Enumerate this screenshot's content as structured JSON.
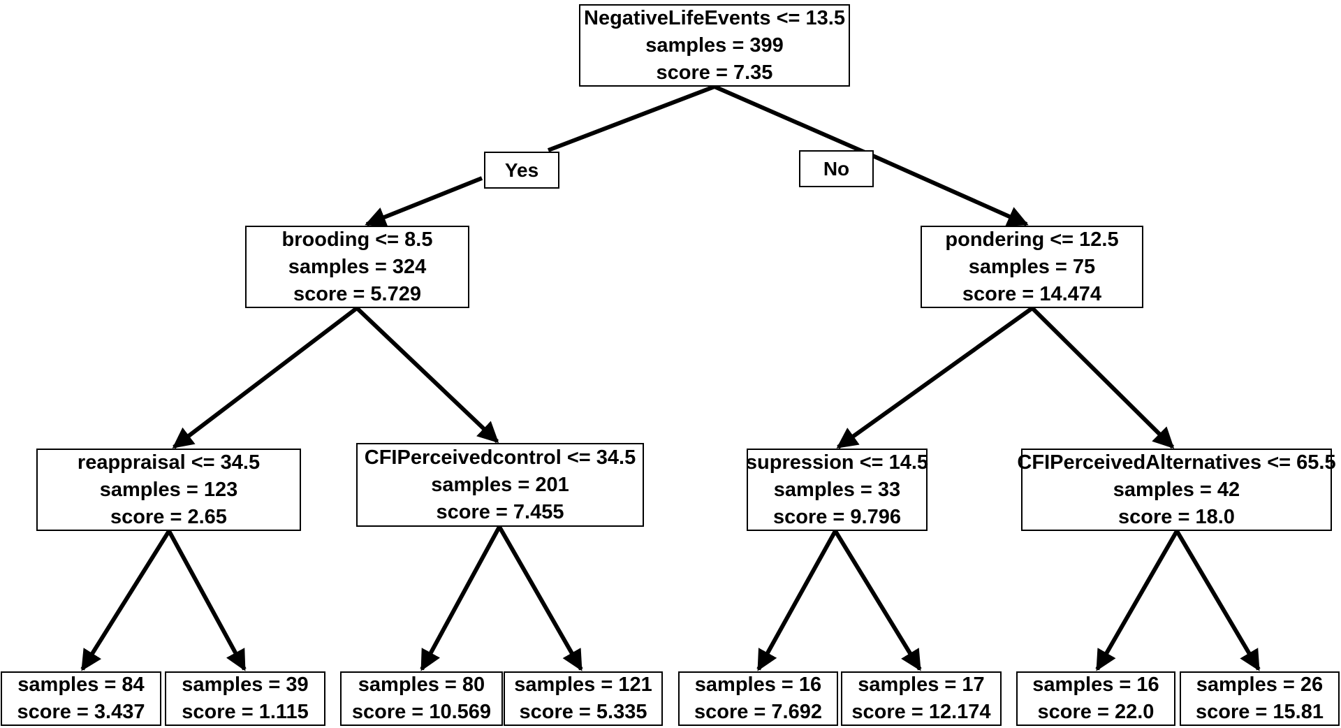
{
  "tree": {
    "root": {
      "condition": "NegativeLifeEvents <= 13.5",
      "samples": "samples = 399",
      "score": "score = 7.35"
    },
    "yes_label": "Yes",
    "no_label": "No",
    "n_left": {
      "condition": "brooding <= 8.5",
      "samples": "samples = 324",
      "score": "score = 5.729"
    },
    "n_right": {
      "condition": "pondering <= 12.5",
      "samples": "samples = 75",
      "score": "score = 14.474"
    },
    "n_ll": {
      "condition": "reappraisal <= 34.5",
      "samples": "samples = 123",
      "score": "score = 2.65"
    },
    "n_lr": {
      "condition": "CFIPerceivedcontrol <= 34.5",
      "samples": "samples = 201",
      "score": "score = 7.455"
    },
    "n_rl": {
      "condition": "supression <= 14.5",
      "samples": "samples = 33",
      "score": "score = 9.796"
    },
    "n_rr": {
      "condition": "CFIPerceivedAlternatives <= 65.5",
      "samples": "samples = 42",
      "score": "score = 18.0"
    },
    "leaves": [
      {
        "samples": "samples = 84",
        "score": "score = 3.437"
      },
      {
        "samples": "samples = 39",
        "score": "score = 1.115"
      },
      {
        "samples": "samples = 80",
        "score": "score = 10.569"
      },
      {
        "samples": "samples = 121",
        "score": "score = 5.335"
      },
      {
        "samples": "samples = 16",
        "score": "score = 7.692"
      },
      {
        "samples": "samples = 17",
        "score": "score = 12.174"
      },
      {
        "samples": "samples = 16",
        "score": "score = 22.0"
      },
      {
        "samples": "samples = 26",
        "score": "score = 15.81"
      }
    ]
  }
}
